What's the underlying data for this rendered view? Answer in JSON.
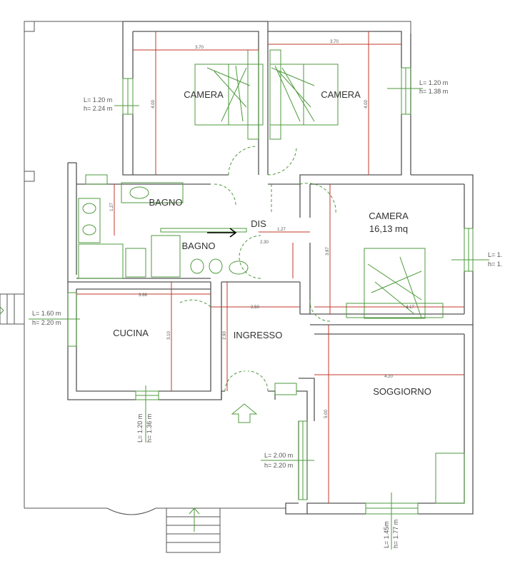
{
  "rooms": {
    "camera_left": "CAMERA",
    "camera_right": "CAMERA",
    "camera_east": "CAMERA",
    "camera_east_area": "16,13 mq",
    "bagno_top": "BAGNO",
    "bagno_bottom": "BAGNO",
    "dis": "DIS",
    "cucina": "CUCINA",
    "ingresso": "INGRESSO",
    "soggiorno": "SOGGIORNO"
  },
  "dimensions": {
    "cam_left_width": "3.70",
    "cam_right_width": "3.70",
    "cam_left_depth": "4.00",
    "cam_right_depth": "4.00",
    "bagno_depth": "1.27",
    "dis_width": "1.27",
    "dis_depth": "2.30",
    "cam_east_depth": "3.87",
    "cam_east_width": "4.17",
    "cucina_width": "3.66",
    "cucina_depth": "3.10",
    "ingresso_width": "2.50",
    "ingresso_depth": "2.90",
    "soggiorno_width": "4.20",
    "soggiorno_depth": "5.00"
  },
  "windows": {
    "w_cam_left": [
      "L= 1.20 m",
      "h= 2.24 m"
    ],
    "w_cam_right": [
      "L= 1.20 m",
      "h= 1.38 m"
    ],
    "w_cam_east": [
      "L= 1.",
      "h= 1."
    ],
    "w_cucina_w": [
      "L= 1.60 m",
      "h= 2.20 m"
    ],
    "w_cucina_s": [
      "L= 1.20 m",
      "h= 1.36 m"
    ],
    "w_soggiorno_w": [
      "L= 2.00 m",
      "h= 2.20 m"
    ],
    "w_soggiorno_s": [
      "L= 1.45m",
      "h= 1.77 m"
    ]
  },
  "colors": {
    "wall": "#555555",
    "fixture": "#4e9a3c",
    "dimension": "#c0392b",
    "arrow": "#000000"
  }
}
